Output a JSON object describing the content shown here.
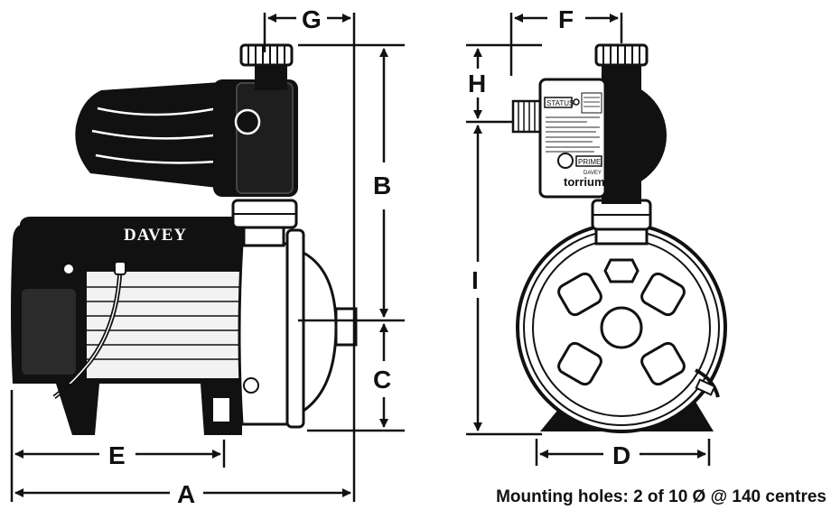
{
  "dimensions": {
    "A": "A",
    "B": "B",
    "C": "C",
    "D": "D",
    "E": "E",
    "F": "F",
    "G": "G",
    "H": "H",
    "I": "I"
  },
  "side_view": {
    "brand": "DAVEY"
  },
  "front_view": {
    "status_label": "STATUS",
    "prime_label": "PRIME",
    "logo_brand": "DAVEY",
    "logo_name": "torrium"
  },
  "caption": "Mounting holes: 2 of 10 Ø @ 140 centres",
  "colors": {
    "ink": "#111111",
    "paper": "#ffffff",
    "mid": "#8c8c8c"
  }
}
